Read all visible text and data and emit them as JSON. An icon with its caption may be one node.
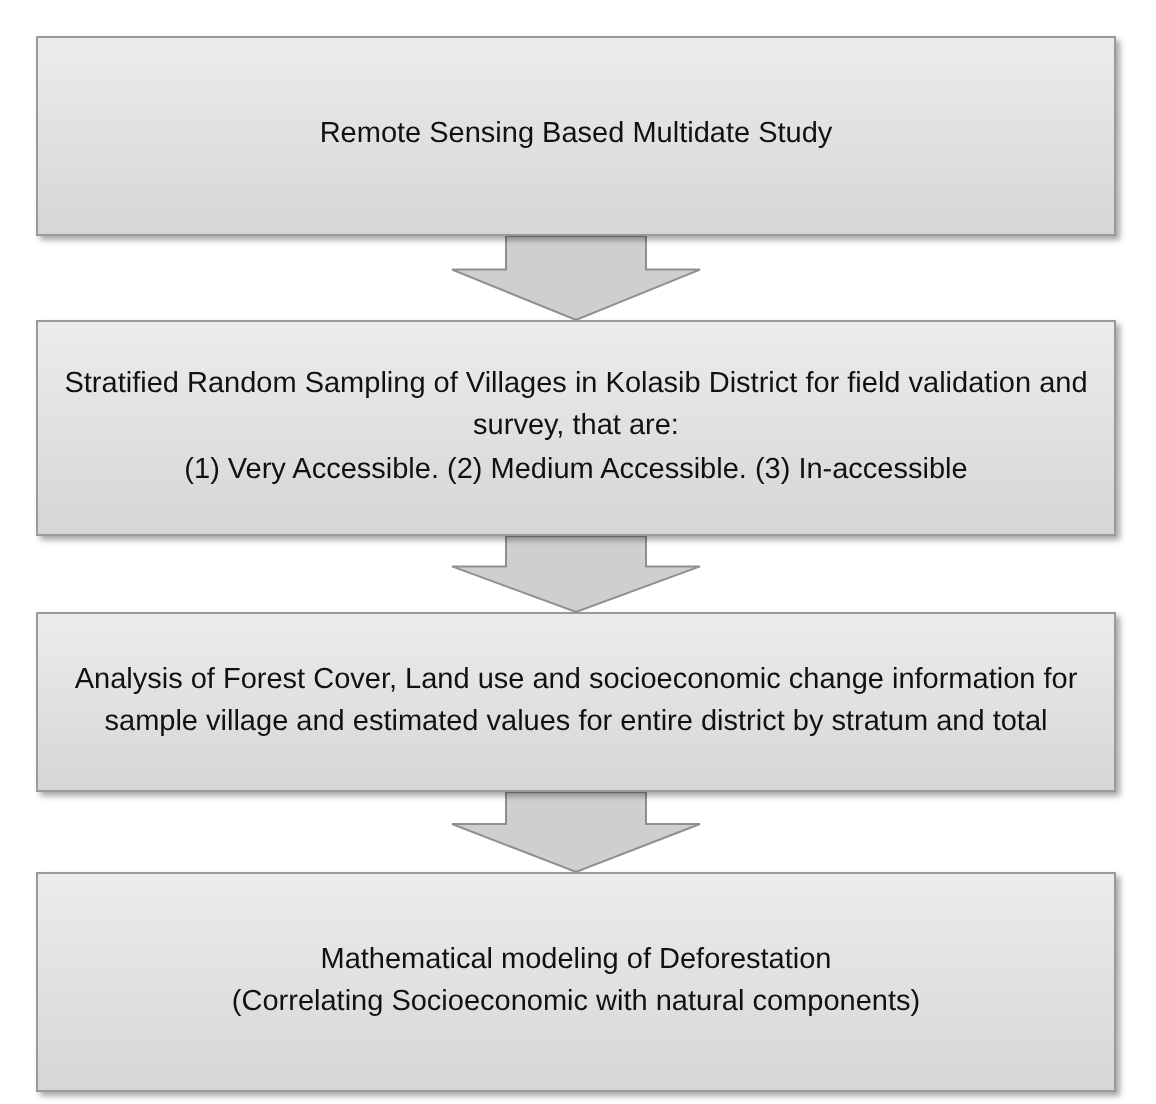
{
  "diagram": {
    "nodes": [
      {
        "text": [
          "Remote Sensing Based Multidate Study"
        ]
      },
      {
        "text": [
          "Stratified Random Sampling of Villages in Kolasib District for field validation and survey, that are:",
          "(1) Very Accessible. (2) Medium Accessible. (3) In-accessible"
        ]
      },
      {
        "text": [
          "Analysis of Forest Cover, Land use and socioeconomic change information for sample village and estimated values for  entire district by stratum and total"
        ]
      },
      {
        "text": [
          "Mathematical modeling of Deforestation",
          "(Correlating Socioeconomic with natural components)"
        ]
      }
    ],
    "edges": [
      {
        "from": 0,
        "to": 1,
        "arrow": "to"
      },
      {
        "from": 1,
        "to": 2,
        "arrow": "to"
      },
      {
        "from": 2,
        "to": 3,
        "arrow": "to"
      }
    ]
  }
}
